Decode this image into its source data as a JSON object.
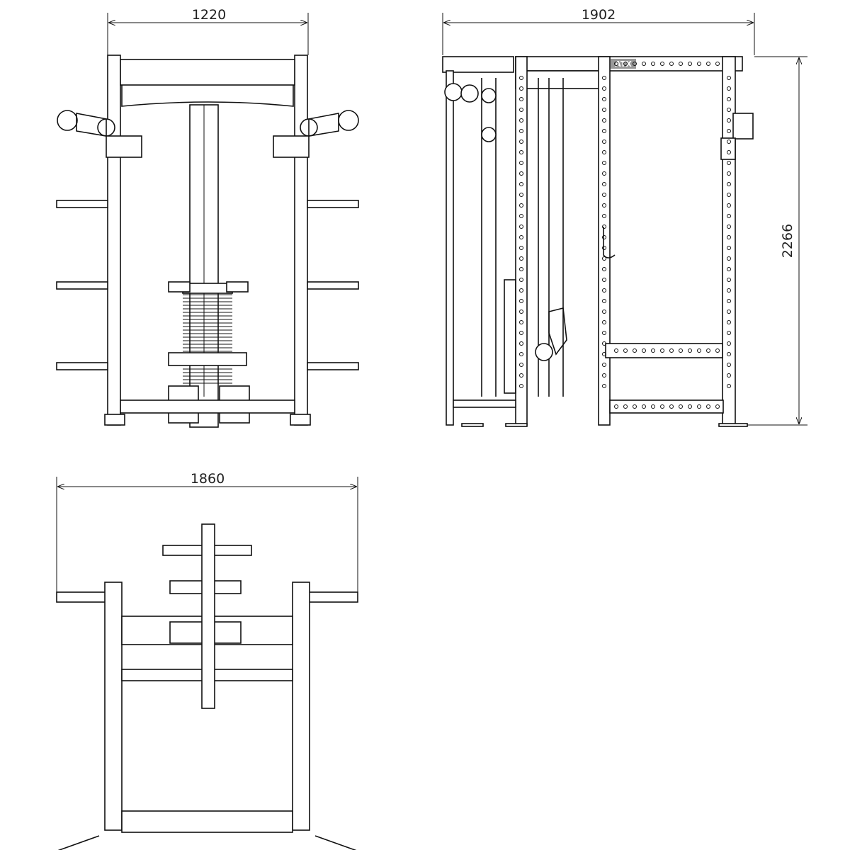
{
  "drawing": {
    "title": "Power rack with cable station - dimension drawing",
    "unit": "mm",
    "views": {
      "front": {
        "width_label": "1220"
      },
      "side": {
        "depth_label": "1902",
        "height_label": "2266",
        "logo": "ATX"
      },
      "top": {
        "width_label": "1860"
      }
    }
  }
}
